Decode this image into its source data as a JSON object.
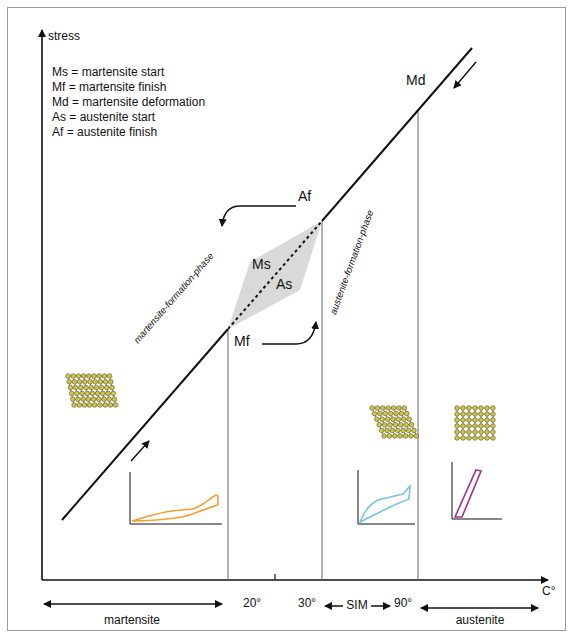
{
  "diagram": {
    "nodes": [
      {
        "text": [
          "Ms",
          "As"
        ]
      }
    ],
    "labels": [
      "stress",
      "Ms = martensite start",
      "Mf = martensite finish",
      "Md = martensite deformation",
      "As = austenite start",
      "Af = austenite finish",
      "Md",
      "Af",
      "martensite-formation-phase",
      "austenite-formation-phase",
      "Mf",
      "C°",
      "martensite",
      "20°",
      "30°",
      "SIM",
      "90°",
      "austenite"
    ]
  }
}
